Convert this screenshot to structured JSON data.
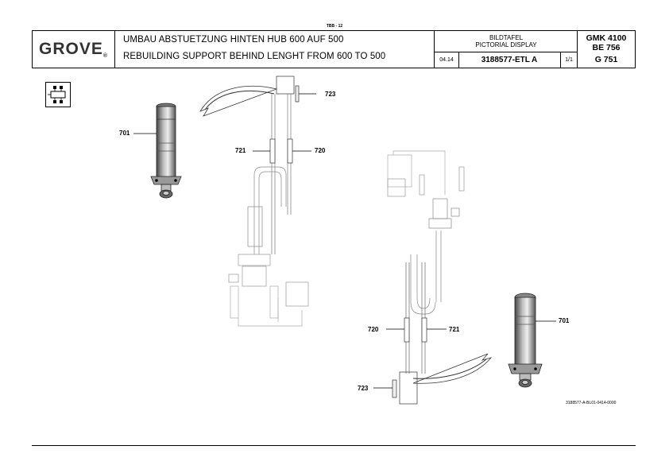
{
  "page_marker": "TBB - 12",
  "title_block": {
    "logo": "GROVE",
    "logo_mark": "®",
    "title_de": "UMBAU ABSTUETZUNG HINTEN HUB 600 AUF 500",
    "title_en": "REBUILDING SUPPORT BEHIND LENGHT FROM 600 TO 500",
    "display_de": "BILDTAFEL",
    "display_en": "PICTORIAL DISPLAY",
    "date": "04.14",
    "part_number": "3188577-ETL A",
    "sheet": "1/1",
    "models": [
      "GMK 4100",
      "BE 756",
      "G 751"
    ]
  },
  "callouts": {
    "c701_top": "701",
    "c721_top": "721",
    "c720_top": "720",
    "c723_top": "723",
    "c720_bottom": "720",
    "c721_bottom": "721",
    "c701_bottom": "701",
    "c723_bottom": "723"
  },
  "document_ref": "3188577-A-BL01-0414-0000"
}
